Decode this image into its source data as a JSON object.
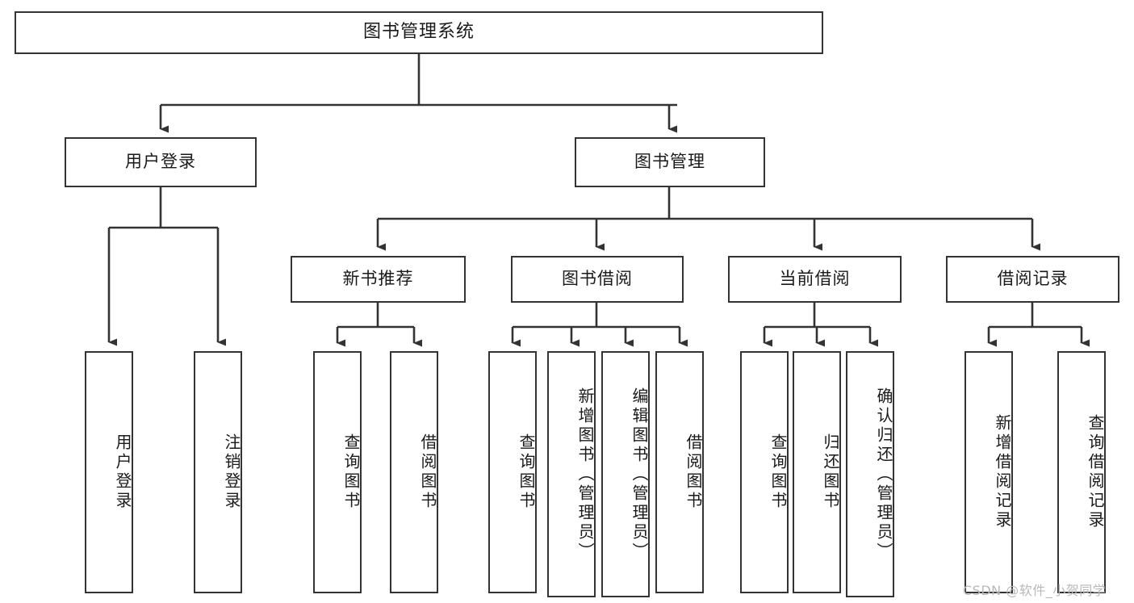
{
  "diagram": {
    "title": "图书管理系统",
    "type": "tree-structure-chart",
    "line_color": "#333333",
    "box_fill": "#ffffff",
    "text_color": "#1a1a1a",
    "watermark": "CSDN @软件_小贺同学"
  },
  "nodes": {
    "root": {
      "label": "图书管理系统"
    },
    "level2": [
      {
        "label": "用户登录"
      },
      {
        "label": "图书管理"
      }
    ],
    "level3": [
      {
        "label": "新书推荐"
      },
      {
        "label": "图书借阅"
      },
      {
        "label": "当前借阅"
      },
      {
        "label": "借阅记录"
      }
    ],
    "leaves_user_login": [
      {
        "label": "用户登录"
      },
      {
        "label": "注销登录"
      }
    ],
    "leaves_new_book": [
      {
        "label": "查询图书"
      },
      {
        "label": "借阅图书"
      }
    ],
    "leaves_borrow": [
      {
        "label": "查询图书"
      },
      {
        "label": "新增图书（管理员）"
      },
      {
        "label": "编辑图书（管理员）"
      },
      {
        "label": "借阅图书"
      }
    ],
    "leaves_current": [
      {
        "label": "查询图书"
      },
      {
        "label": "归还图书"
      },
      {
        "label": "确认归还（管理员）"
      }
    ],
    "leaves_record": [
      {
        "label": "新增借阅记录"
      },
      {
        "label": "查询借阅记录"
      }
    ]
  }
}
